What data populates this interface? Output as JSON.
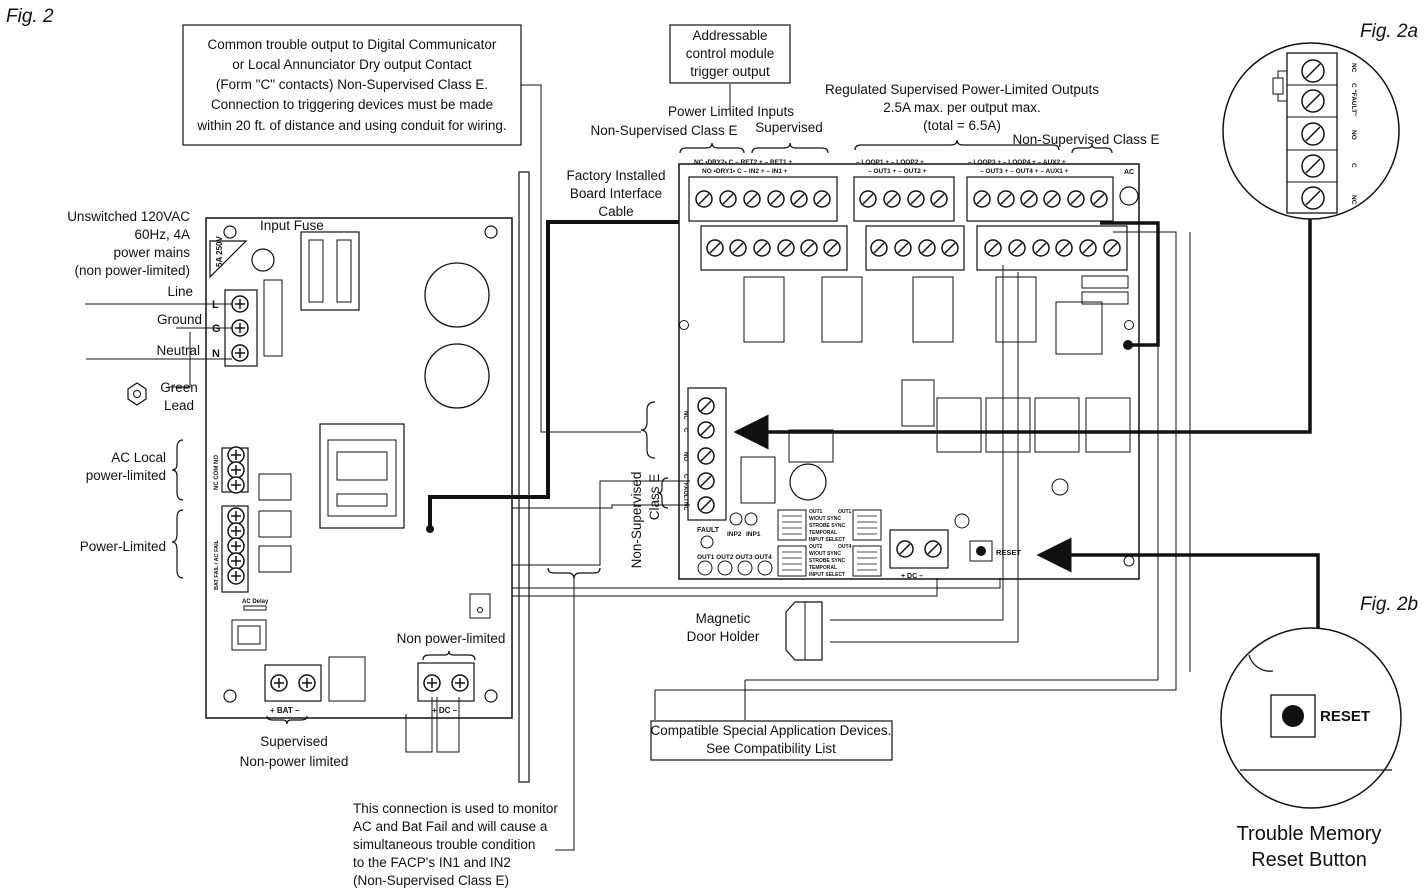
{
  "figures": {
    "fig2": "Fig. 2",
    "fig2a": "Fig. 2a",
    "fig2b": "Fig. 2b"
  },
  "callouts": {
    "common_trouble": [
      "Common trouble output to Digital Communicator",
      "or Local Annunciator Dry output Contact",
      "(Form \"C\" contacts) Non-Supervised Class E.",
      "Connection to triggering devices must be made",
      "within 20 ft. of distance and using conduit for wiring."
    ],
    "addressable": [
      "Addressable",
      "control module",
      "trigger output"
    ],
    "compatible": [
      "Compatible Special Application Devices.",
      "See Compatibility List"
    ]
  },
  "labels": {
    "unswitched": [
      "Unswitched 120VAC",
      "60Hz, 4A",
      "power mains",
      "(non power-limited)"
    ],
    "input_fuse": "Input Fuse",
    "line": "Line",
    "ground": "Ground",
    "neutral": "Neutral",
    "green_lead": [
      "Green",
      "Lead"
    ],
    "ac_local": [
      "AC Local",
      "power-limited"
    ],
    "power_limited": "Power-Limited",
    "factory_cable": [
      "Factory Installed",
      "Board Interface",
      "Cable"
    ],
    "power_limited_inputs": "Power Limited Inputs",
    "nonsup_class_e": "Non-Supervised Class E",
    "supervised": "Supervised",
    "regulated": [
      "Regulated Supervised Power-Limited Outputs",
      "2.5A max. per output max.",
      "(total = 6.5A)"
    ],
    "nonsup_class_e2": "Non-Supervised Class E",
    "nonsup_vertical": [
      "Non-Supervised",
      "Class E"
    ],
    "magnetic": [
      "Magnetic",
      "Door Holder"
    ],
    "non_power_limited": "Non power-limited",
    "supervised_npl": [
      "Supervised",
      "Non-power limited"
    ],
    "monitor_note": [
      "This connection is used to monitor",
      "AC and Bat Fail and will cause a",
      "simultaneous trouble condition",
      "to the FACP's IN1 and IN2",
      "(Non-Supervised Class E)"
    ],
    "trouble_memory": [
      "Trouble Memory",
      "Reset Button"
    ],
    "reset": "RESET",
    "reset_big": "RESET"
  },
  "board_marks": {
    "lgn": [
      "L",
      "G",
      "N"
    ],
    "fuse_tag": "5A 250V",
    "ac_delay": "AC Delay",
    "bat": "+ BAT –",
    "dc_main": "+ DC –",
    "dc_right": "+ DC –",
    "ac": "AC",
    "fault": "FAULT",
    "inp": [
      "INP2",
      "INP1"
    ],
    "outs": "OUT1 OUT2 OUT3 OUT4",
    "fault_terms": [
      "NC",
      "C",
      "NO",
      "C \"FAULT\"",
      "NC"
    ],
    "relay_terms": "NC COM NO",
    "bat_ac_terms": "BAT FAIL / AC FAIL",
    "top_row1": "NC •DRY2• C   – RET2 +   – RET1 +",
    "top_row2": "NO •DRY1• C   – IN2 +   – IN1 +",
    "loop_row1": "– LOOP1 +   – LOOP2 +",
    "loop_row2": "– OUT1 +   – OUT2 +",
    "loop_row3": "– LOOP3 +   – LOOP4 +   – AUX2 +",
    "loop_row4": "– OUT3 +   – OUT4 +   – AUX1 +",
    "dip_left": [
      "OUT1",
      "W/OUT SYNC",
      "STROBE SYNC",
      "TEMPORAL",
      "INPUT SELECT",
      "OUT2"
    ],
    "dip_right": [
      "OUT1",
      "W/OUT SYNC",
      "STROBE SYNC",
      "TEMPORAL",
      "INPUT SELECT",
      "OUT4"
    ],
    "fig2a_terms": [
      "NC",
      "C \"FAULT\"",
      "NO",
      "C",
      "NC"
    ]
  },
  "colors": {
    "ink": "#111111",
    "paper": "#ffffff",
    "gray": "#666666"
  }
}
